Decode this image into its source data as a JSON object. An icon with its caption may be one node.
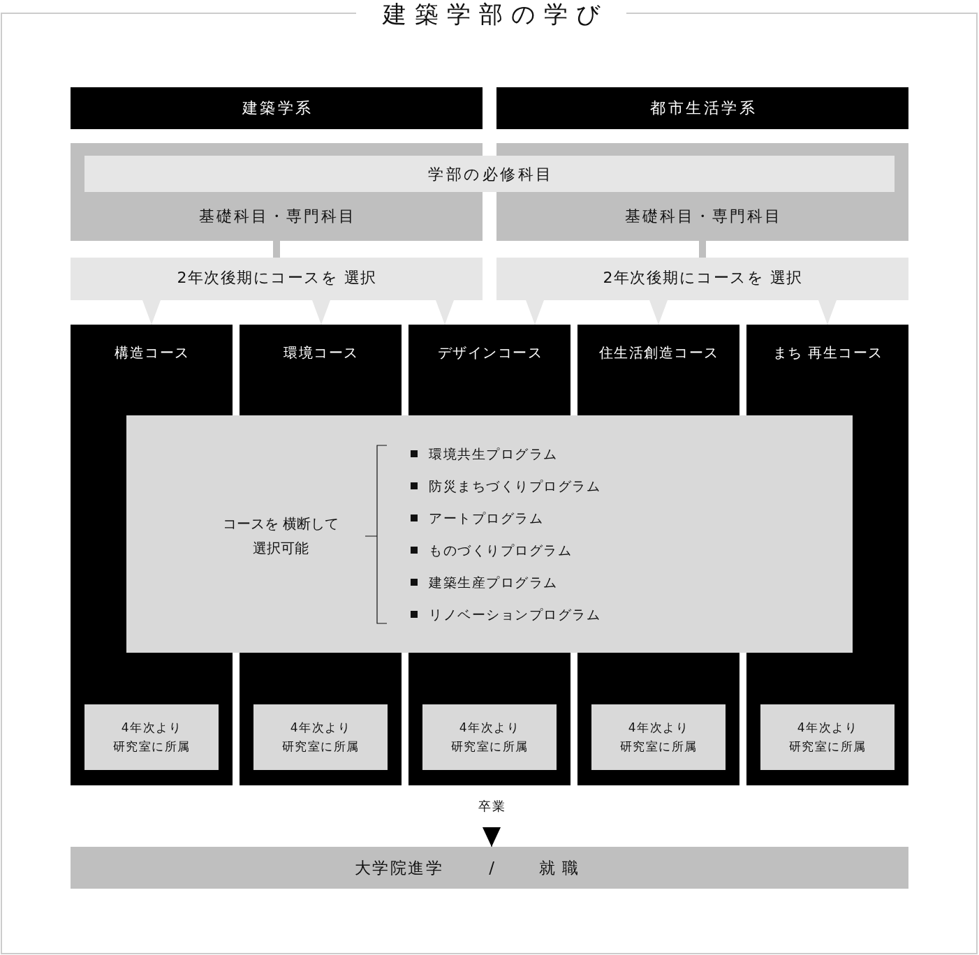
{
  "diagram": {
    "title": "建築学部の学び",
    "nodes": [
      {
        "text": [
          "建築学系"
        ]
      },
      {
        "text": [
          "都市生活学系"
        ]
      },
      {
        "text": [
          "基礎科目・専門科目"
        ]
      },
      {
        "text": [
          "基礎科目・専門科目"
        ]
      },
      {
        "text": [
          "学部の必修科目"
        ]
      },
      {
        "text": [
          "2年次後期にコースを 選択"
        ]
      },
      {
        "text": [
          "2年次後期にコースを 選択"
        ]
      },
      {
        "text": [
          "構造コース"
        ]
      },
      {
        "text": [
          "環境コース"
        ]
      },
      {
        "text": [
          "デザインコース"
        ]
      },
      {
        "text": [
          "住生活創造コース"
        ]
      },
      {
        "text": [
          "まち 再生コース"
        ]
      },
      {
        "text": [
          "コースを 横断して選択可能",
          "環境共生プログラム",
          "防災まちづくりプログラム",
          "アートプログラム",
          "ものづくりプログラム",
          "建築生産プログラム",
          "リノベーションプログラム"
        ]
      },
      {
        "text": [],
        "shape": "box"
      },
      {
        "text": [],
        "shape": "box"
      },
      {
        "text": [],
        "shape": "box"
      },
      {
        "text": [],
        "shape": "box"
      },
      {
        "text": [],
        "shape": "box"
      },
      {
        "text": [
          "4年次より研究室に所属"
        ],
        "in": 13
      },
      {
        "text": [
          "4年次より研究室に所属"
        ],
        "in": 14
      },
      {
        "text": [
          "4年次より研究室に所属"
        ],
        "in": 15
      },
      {
        "text": [
          "4年次より研究室に所属"
        ],
        "in": 16
      },
      {
        "text": [
          "4年次より研究室に所属"
        ],
        "in": 17
      },
      {
        "text": [
          "大学院進学",
          "/",
          "就職"
        ]
      }
    ],
    "edges": [
      {
        "from": 2,
        "to": 5,
        "arrow": "none",
        "style": "thick",
        "color": "#bfbfbf"
      },
      {
        "from": 3,
        "to": 6,
        "arrow": "none",
        "style": "thick",
        "color": "#bfbfbf"
      },
      {
        "from": 5,
        "to": 7,
        "arrow": "to"
      },
      {
        "from": 5,
        "to": 8,
        "arrow": "to"
      },
      {
        "from": 5,
        "to": 9,
        "arrow": "to"
      },
      {
        "from": 6,
        "to": 9,
        "arrow": "to"
      },
      {
        "from": 6,
        "to": 10,
        "arrow": "to"
      },
      {
        "from": 6,
        "to": 11,
        "arrow": "to"
      },
      {
        "from": null,
        "to": 23,
        "arrow": "to",
        "label": "卒業",
        "color": "#000000"
      }
    ]
  }
}
